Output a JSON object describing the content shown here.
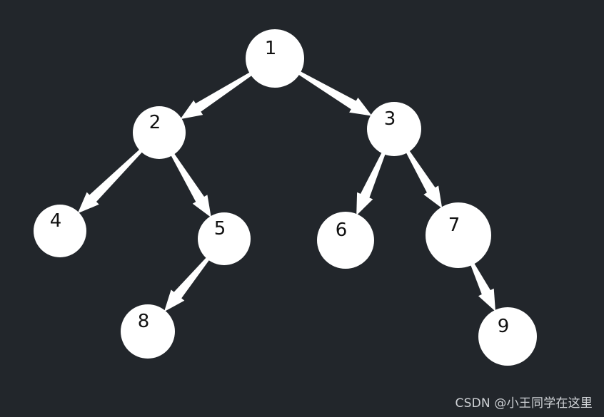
{
  "diagram": {
    "type": "binary-tree",
    "background_color": "#22262b",
    "node_color": "#ffffff",
    "label_color": "#111111",
    "edge_color": "#ffffff",
    "nodes": [
      {
        "id": "n1",
        "label": "1"
      },
      {
        "id": "n2",
        "label": "2"
      },
      {
        "id": "n3",
        "label": "3"
      },
      {
        "id": "n4",
        "label": "4"
      },
      {
        "id": "n5",
        "label": "5"
      },
      {
        "id": "n6",
        "label": "6"
      },
      {
        "id": "n7",
        "label": "7"
      },
      {
        "id": "n8",
        "label": "8"
      },
      {
        "id": "n9",
        "label": "9"
      }
    ],
    "edges": [
      {
        "from": "n1",
        "to": "n2"
      },
      {
        "from": "n1",
        "to": "n3"
      },
      {
        "from": "n2",
        "to": "n4"
      },
      {
        "from": "n2",
        "to": "n5"
      },
      {
        "from": "n3",
        "to": "n6"
      },
      {
        "from": "n3",
        "to": "n7"
      },
      {
        "from": "n5",
        "to": "n8"
      },
      {
        "from": "n7",
        "to": "n9"
      }
    ]
  },
  "watermark": {
    "text": "CSDN @小王同学在这里"
  }
}
